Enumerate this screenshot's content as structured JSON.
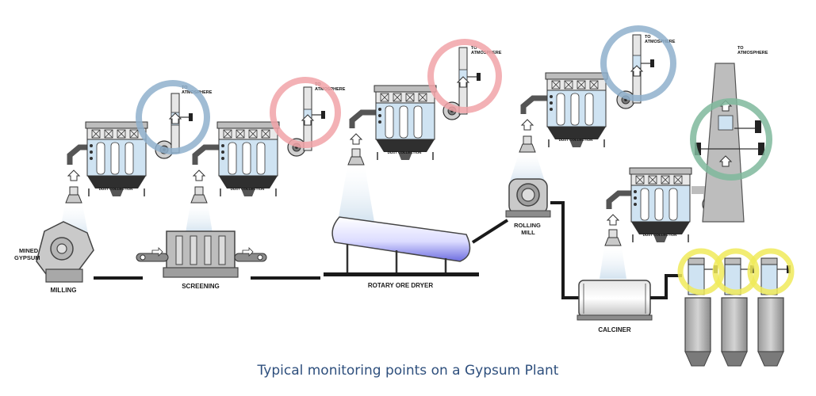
{
  "caption": "Typical monitoring points on a Gypsum Plant",
  "labels": {
    "mined_gypsum": [
      "MINED",
      "GYPSUM"
    ],
    "milling": "MILLING",
    "screening": "SCREENING",
    "rotary_ore_dryer": "ROTARY ORE DRYER",
    "rolling_mill": [
      "ROLLING",
      "MILL"
    ],
    "calciner": "CALCINER",
    "dust_collection": "DUST COLLECTION",
    "to_atmosphere": [
      "TO",
      "ATMOSPHERE"
    ]
  },
  "monitoring_ring_colors": {
    "blue": "#8fb0cc",
    "red": "#f1a3a8",
    "green": "#7fb99c",
    "yellow": "#f0ea5a"
  },
  "colors": {
    "equipment_fill": "#c9c9c9",
    "equipment_stroke": "#444444",
    "bag_blue": "#cfe3f2",
    "caption": "#2e4f7d"
  }
}
